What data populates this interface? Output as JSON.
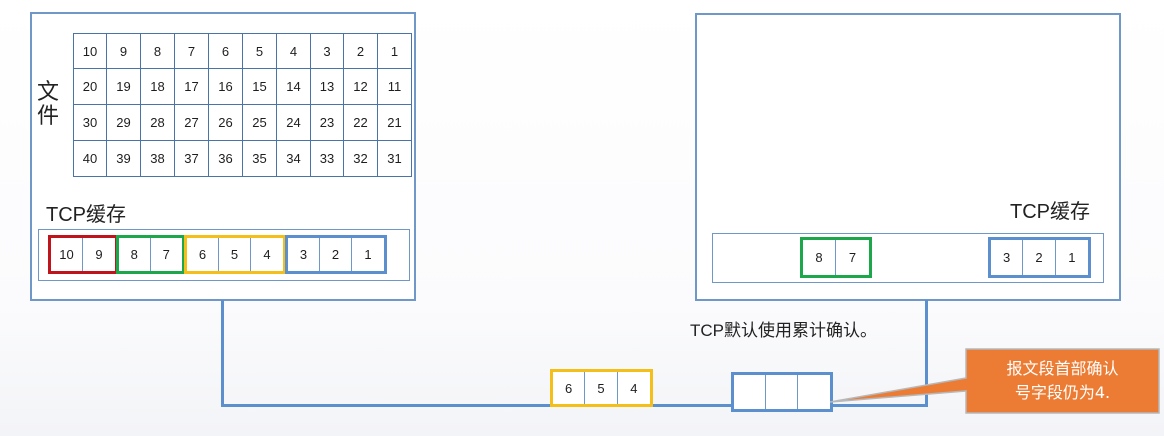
{
  "left_host": {
    "file_label": "文\n件",
    "file_grid": [
      [
        "10",
        "9",
        "8",
        "7",
        "6",
        "5",
        "4",
        "3",
        "2",
        "1"
      ],
      [
        "20",
        "19",
        "18",
        "17",
        "16",
        "15",
        "14",
        "13",
        "12",
        "11"
      ],
      [
        "30",
        "29",
        "28",
        "27",
        "26",
        "25",
        "24",
        "23",
        "22",
        "21"
      ],
      [
        "40",
        "39",
        "38",
        "37",
        "36",
        "35",
        "34",
        "33",
        "32",
        "31"
      ]
    ],
    "buffer_title": "TCP缓存",
    "buffer_groups": [
      {
        "color": "#c0141c",
        "cells": [
          "10",
          "9"
        ]
      },
      {
        "color": "#1ca84a",
        "cells": [
          "8",
          "7"
        ]
      },
      {
        "color": "#f5bf19",
        "cells": [
          "6",
          "5",
          "4"
        ]
      },
      {
        "color": "#5b8fce",
        "cells": [
          "3",
          "2",
          "1"
        ]
      }
    ]
  },
  "right_host": {
    "buffer_title": "TCP缓存",
    "buffer_groups": [
      {
        "color": "#1ca84a",
        "cells": [
          "8",
          "7"
        ]
      },
      {
        "color": "#5b8fce",
        "cells": [
          "3",
          "2",
          "1"
        ]
      }
    ]
  },
  "in_transit": {
    "data_segment": {
      "color": "#f5bf19",
      "cells": [
        "6",
        "5",
        "4"
      ]
    },
    "ack_segment": {
      "color": "#5b8fce",
      "cells": [
        "",
        "",
        ""
      ]
    }
  },
  "note": "TCP默认使用累计确认。",
  "callout": {
    "text": "报文段首部确认\n号字段仍为4.",
    "fill": "#ec7c34",
    "border": "#b6b8ba"
  }
}
